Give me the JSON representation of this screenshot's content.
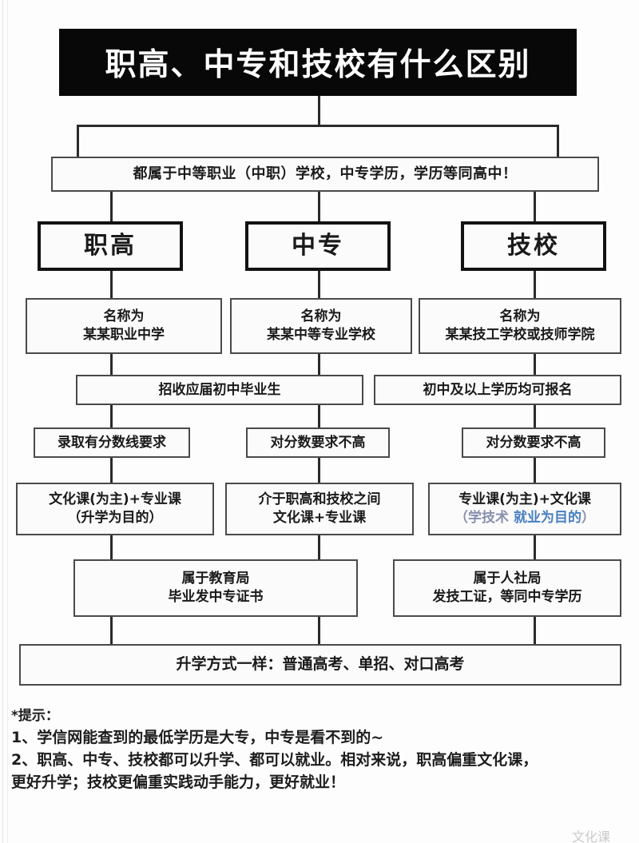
{
  "title": "职高、中专和技校有什么区别",
  "shared_note": "都属于中等职业（中职）学校，中专学历，学历等同高中！",
  "categories": [
    {
      "label": "职高"
    },
    {
      "label": "中专"
    },
    {
      "label": "技校"
    }
  ],
  "rows": {
    "naming": [
      {
        "l1": "名称为",
        "l2": "某某职业中学"
      },
      {
        "l1": "名称为",
        "l2": "某某中等专业学校"
      },
      {
        "l1": "名称为",
        "l2": "某某技工学校或技师学院"
      }
    ],
    "admission": [
      {
        "text": "招收应届初中毕业生"
      },
      {
        "text": "初中及以上学历均可报名"
      }
    ],
    "score": [
      {
        "text": "录取有分数线要求"
      },
      {
        "text": "对分数要求不高"
      },
      {
        "text": "对分数要求不高"
      }
    ],
    "courses": [
      {
        "l1": "文化课(为主)+专业课",
        "l2": "（升学为目的）",
        "l2_color": "#8a8fae"
      },
      {
        "l1": "介于职高和技校之间",
        "l2": "文化课+专业课",
        "l2_color": "#1a1a1a"
      },
      {
        "l1": "专业课(为主)+文化课",
        "l2_pre": "（学技术 ",
        "l2_mid": "就业为目的",
        "l2_post": "）",
        "l2_color": "#4a7fc1"
      }
    ],
    "authority": [
      {
        "l1": "属于教育局",
        "l2": "毕业发中专证书"
      },
      {
        "l1": "属于人社局",
        "l2": "发技工证，等同中专学历"
      }
    ]
  },
  "pathway_banner": {
    "text": "升学方式一样：普通高考、单招、对口高考",
    "color": "#c0392b"
  },
  "notes": {
    "heading": "*提示：",
    "item1": "1、学信网能查到的最低学历是大专，中专是看不到的~",
    "item2a": "2、职高、中专、技校都可以升学、都可以就业。相对来说，职高偏重文化课，",
    "item2b": "更好升学；技校更偏重实践动手能力，更好就业！",
    "watermark": "文化课"
  }
}
